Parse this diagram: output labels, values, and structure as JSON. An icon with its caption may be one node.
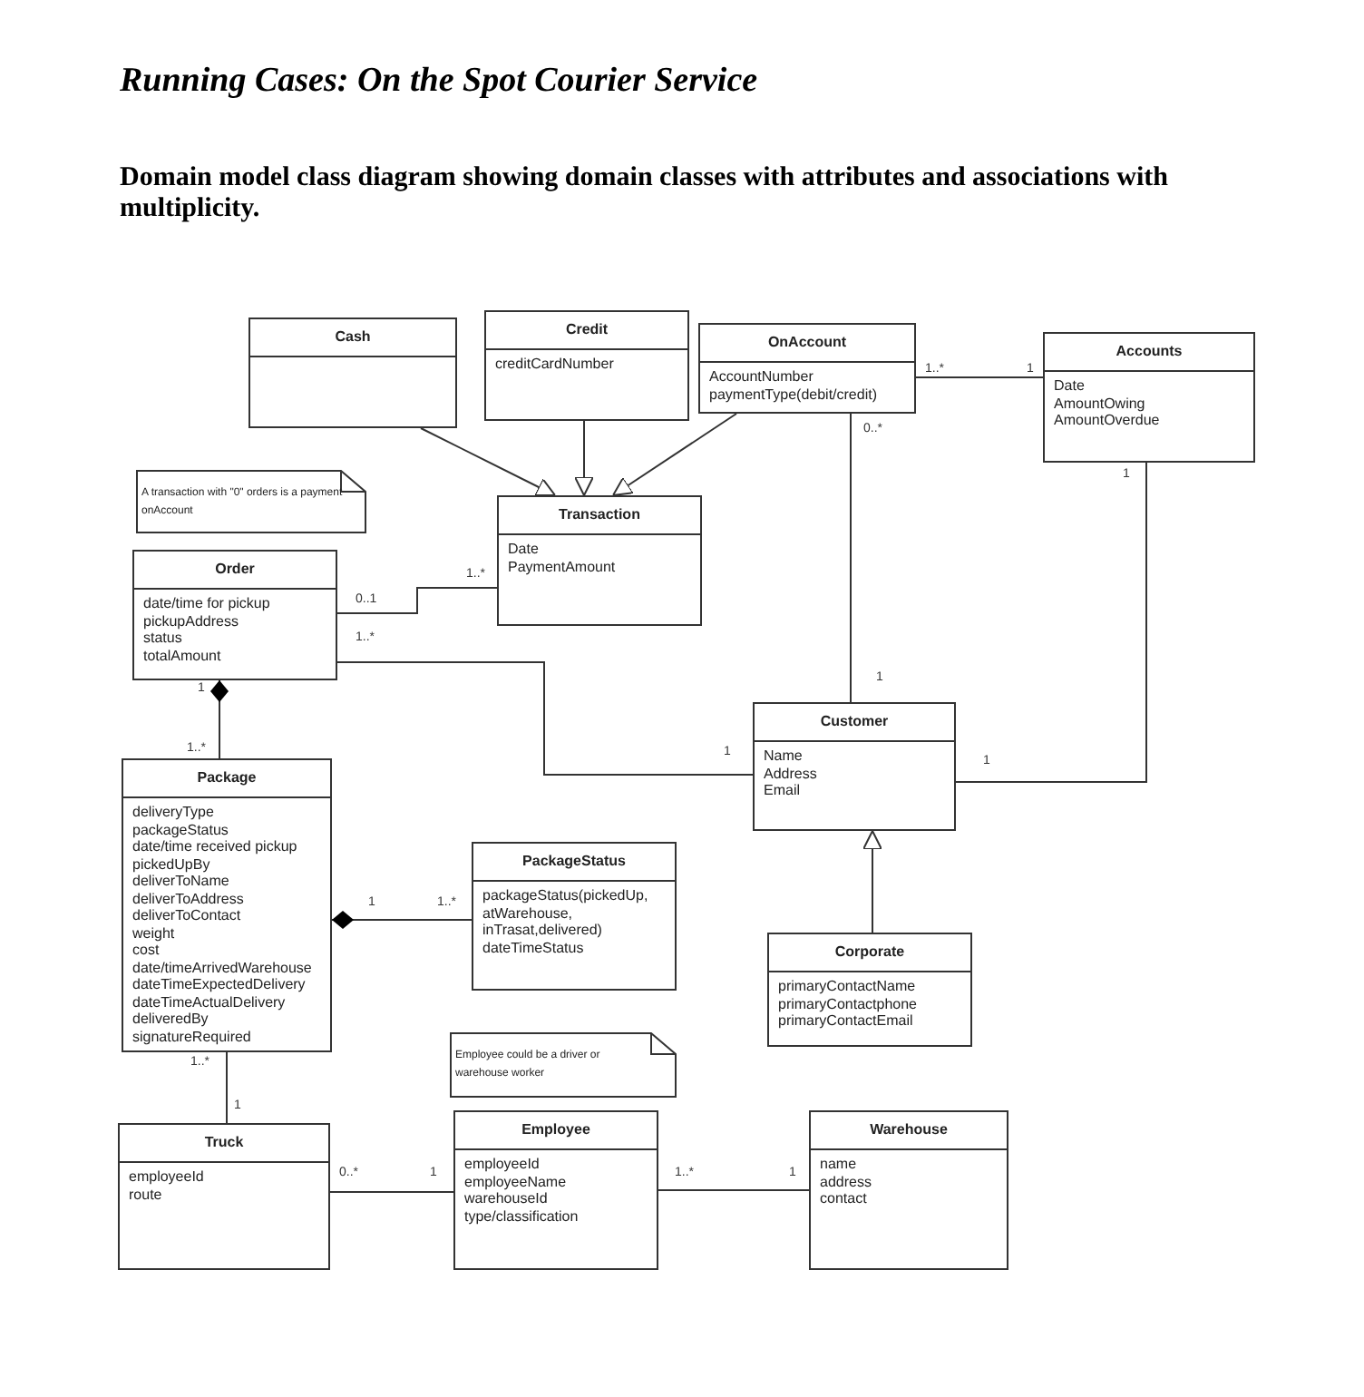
{
  "diagram": {
    "title": "Running Cases: On the Spot Courier Service",
    "caption": "Domain model class diagram showing domain classes with attributes and associations with multiplicity.",
    "nodes": [
      {
        "text": [
          "Cash"
        ]
      },
      {
        "text": [
          "Credit",
          "creditCardNumber"
        ]
      },
      {
        "text": [
          "OnAccount",
          "AccountNumber",
          "paymentType(debit/credit)"
        ]
      },
      {
        "text": [
          "Accounts",
          "Date",
          "AmountOwing",
          "AmountOverdue"
        ]
      },
      {
        "text": [
          "A transaction with \"0\" orders is a payment onAccount"
        ]
      },
      {
        "text": [
          "Transaction",
          "Date",
          "PaymentAmount"
        ]
      },
      {
        "text": [
          "Order",
          "date/time for pickup",
          "pickupAddress",
          "status",
          "totalAmount"
        ]
      },
      {
        "text": [
          "Customer",
          "Name",
          "Address",
          "Email"
        ]
      },
      {
        "text": [
          "Package",
          "deliveryType",
          "packageStatus",
          "date/time received pickup",
          "pickedUpBy",
          "deliverToName",
          "deliverToAddress",
          "deliverToContact",
          "weight",
          "cost",
          "date/timeArrivedWarehouse",
          "dateTimeExpectedDelivery",
          "dateTimeActualDelivery",
          "deliveredBy",
          "signatureRequired"
        ]
      },
      {
        "text": [
          "PackageStatus",
          "packageStatus(pickedUp, atWarehouse, inTrasat,delivered)",
          "dateTimeStatus"
        ]
      },
      {
        "text": [
          "Corporate",
          "primaryContactName",
          "primaryContactphone",
          "primaryContactEmail"
        ]
      },
      {
        "text": [
          "Employee could be a driver or warehouse worker"
        ]
      },
      {
        "text": [
          "Truck",
          "employeeId",
          "route"
        ]
      },
      {
        "text": [
          "Employee",
          "employeeId",
          "employeeName",
          "warehouseId",
          "type/classification"
        ]
      },
      {
        "text": [
          "Warehouse",
          "name",
          "address",
          "contact"
        ]
      }
    ],
    "edges": [
      {
        "from": 0,
        "to": 5,
        "arrow": "to"
      },
      {
        "from": 1,
        "to": 5,
        "arrow": "to"
      },
      {
        "from": 2,
        "to": 5,
        "arrow": "to"
      },
      {
        "from": 2,
        "to": 3,
        "arrow": "none"
      },
      {
        "from": 2,
        "to": 7,
        "arrow": "none"
      },
      {
        "from": 3,
        "to": 7,
        "arrow": "none"
      },
      {
        "from": 6,
        "to": 5,
        "arrow": "none"
      },
      {
        "from": 6,
        "to": 7,
        "arrow": "none"
      },
      {
        "from": 6,
        "to": 8,
        "arrow": "other"
      },
      {
        "from": 8,
        "to": 9,
        "arrow": "other"
      },
      {
        "from": 10,
        "to": 7,
        "arrow": "to"
      },
      {
        "from": 8,
        "to": 12,
        "arrow": "none"
      },
      {
        "from": 12,
        "to": 13,
        "arrow": "none"
      },
      {
        "from": 13,
        "to": 14,
        "arrow": "none"
      }
    ],
    "labels": [
      "1..*",
      "1",
      "0..*",
      "1",
      "1..*",
      "0..1",
      "1..*",
      "1",
      "1",
      "1..*",
      "1",
      "1",
      "1",
      "1..*",
      "1..*",
      "1",
      "0..*",
      "1",
      "1..*",
      "1"
    ]
  }
}
